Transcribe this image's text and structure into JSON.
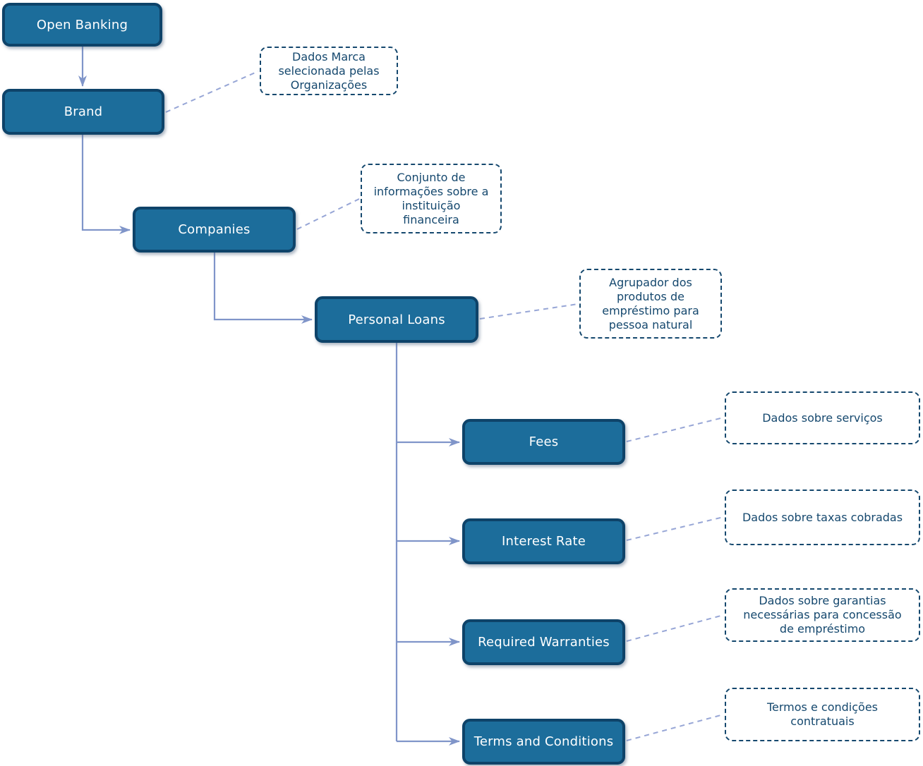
{
  "colors": {
    "node-fill": "#1C6D9B",
    "node-border": "#0E4369",
    "node-text": "#FFFFFF",
    "connector": "#8095C9",
    "note-link": "#97A6D6",
    "note-border": "#15486E",
    "note-text": "#15486E",
    "background": "#FFFFFF"
  },
  "diagram": {
    "nodes": [
      {
        "id": "open-banking",
        "label": "Open Banking"
      },
      {
        "id": "brand",
        "label": "Brand"
      },
      {
        "id": "companies",
        "label": "Companies"
      },
      {
        "id": "personal-loans",
        "label": "Personal Loans"
      },
      {
        "id": "fees",
        "label": "Fees"
      },
      {
        "id": "interest-rate",
        "label": "Interest Rate"
      },
      {
        "id": "required-warranties",
        "label": "Required Warranties"
      },
      {
        "id": "terms-and-conditions",
        "label": "Terms and Conditions"
      }
    ],
    "notes": [
      {
        "for": "brand",
        "text": "Dados Marca\nselecionada pelas\nOrganizações"
      },
      {
        "for": "companies",
        "text": "Conjunto de\ninformações sobre a\ninstituição\nfinanceira"
      },
      {
        "for": "personal-loans",
        "text": "Agrupador dos\nprodutos de\nempréstimo para\npessoa natural"
      },
      {
        "for": "fees",
        "text": "Dados sobre serviços"
      },
      {
        "for": "interest-rate",
        "text": "Dados sobre taxas cobradas"
      },
      {
        "for": "required-warranties",
        "text": "Dados sobre garantias\nnecessárias para concessão\nde empréstimo"
      },
      {
        "for": "terms-and-conditions",
        "text": "Termos e condições\ncontratuais"
      }
    ],
    "edges": [
      {
        "from": "Open Banking",
        "to": "Brand"
      },
      {
        "from": "Brand",
        "to": "Companies"
      },
      {
        "from": "Companies",
        "to": "Personal Loans"
      },
      {
        "from": "Personal Loans",
        "to": "Fees"
      },
      {
        "from": "Personal Loans",
        "to": "Interest Rate"
      },
      {
        "from": "Personal Loans",
        "to": "Required Warranties"
      },
      {
        "from": "Personal Loans",
        "to": "Terms and Conditions"
      }
    ]
  }
}
